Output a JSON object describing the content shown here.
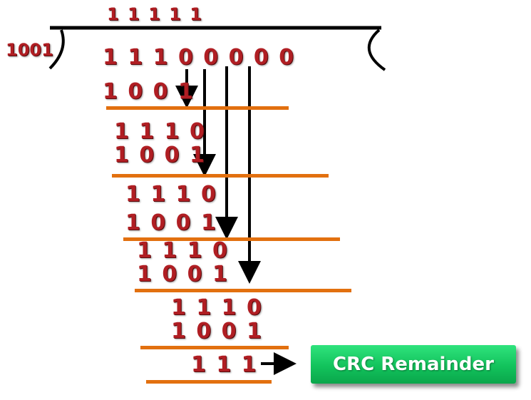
{
  "quotient": "1 1 1 1 1",
  "divisor": "1001",
  "dividend": "1 1 1 0 0 0 0 0",
  "steps": [
    {
      "subtrahend": "1 0 0 1"
    },
    {
      "partial": "1 1 1 0",
      "subtrahend": "1 0 0 1"
    },
    {
      "partial": "1 1 1 0",
      "subtrahend": "1 0 0 1"
    },
    {
      "partial": "1 1 1 0",
      "subtrahend": "1 0 0 1"
    },
    {
      "partial": "1 1 1 0",
      "subtrahend": "1 0 0 1"
    }
  ],
  "remainder": "1 1 1",
  "result_label": "CRC Remainder",
  "colors": {
    "digits": "#b01e23",
    "rules": "#e2700f",
    "label_box": "#12c35c",
    "arrows": "#000000"
  }
}
